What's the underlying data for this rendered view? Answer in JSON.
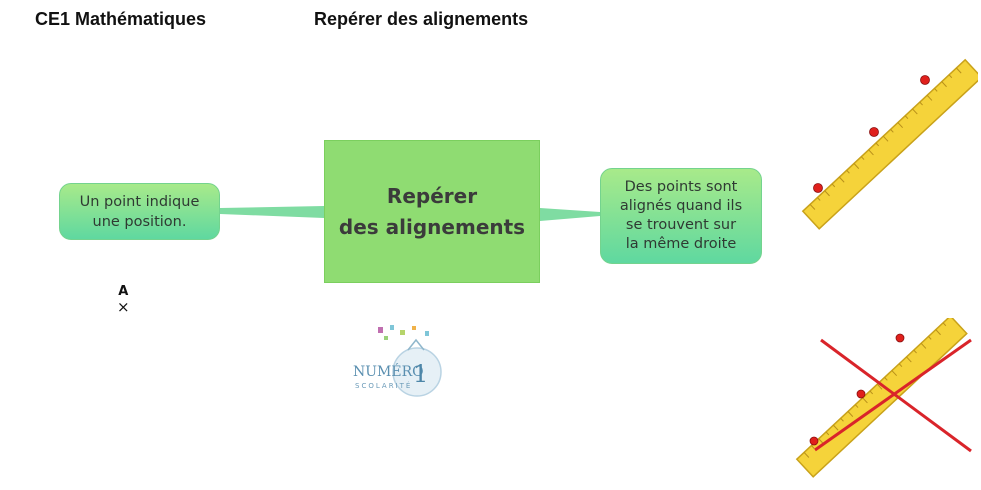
{
  "header": {
    "subject": "CE1 Mathématiques",
    "title": "Repérer des alignements"
  },
  "mindmap": {
    "center_label": "Repérer\ndes alignements",
    "left_label": "Un point indique\nune position.",
    "right_label": "Des points sont\nalignés quand ils\nse trouvent sur\nla même droite"
  },
  "point": {
    "label": "A",
    "mark": "×"
  },
  "logo": {
    "line1": "NUMÉRO",
    "digit": "1",
    "line2": "SCOLARITÉ"
  },
  "colors": {
    "center_fill": "#8fdc72",
    "node_gradient_top": "#a8ea8a",
    "node_gradient_bottom": "#5fd8a0",
    "ruler_yellow": "#f5d33a",
    "point_red": "#e0201c",
    "cross_red": "#d9242a"
  }
}
